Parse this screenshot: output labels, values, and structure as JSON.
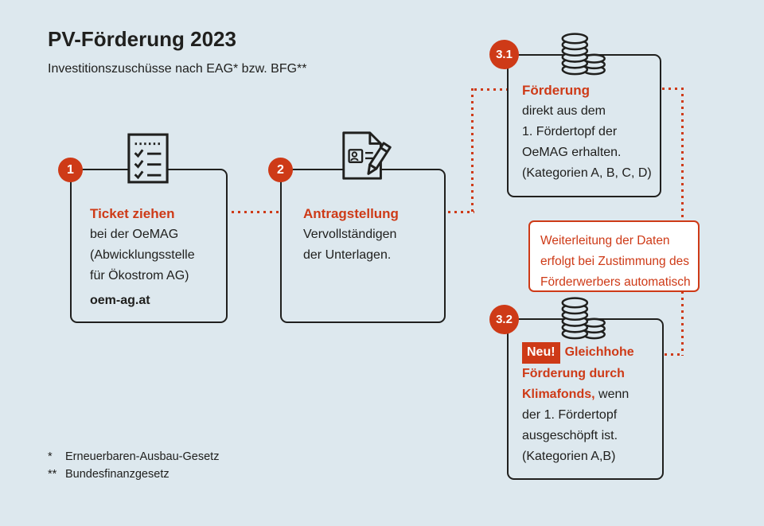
{
  "colors": {
    "background": "#dde8ee",
    "accent_red": "#ce3a17",
    "ink": "#20201e",
    "note_background": "#ffffff"
  },
  "header": {
    "title": "PV-Förderung 2023",
    "subtitle": "Investitionszuschüsse nach EAG* bzw. BFG**"
  },
  "steps": [
    {
      "number": "1",
      "icon": "checklist-icon",
      "title": "Ticket ziehen",
      "lines": [
        "bei der OeMAG",
        "(Abwicklungsstelle",
        "für Ökostrom AG)"
      ],
      "link": "oem-ag.at"
    },
    {
      "number": "2",
      "icon": "form-pen-icon",
      "title": "Antragstellung",
      "lines": [
        "Vervollständigen",
        "der Unterlagen."
      ]
    },
    {
      "number": "3.1",
      "icon": "coins-icon",
      "title": "Förderung",
      "lines": [
        "direkt aus dem",
        "1. Fördertopf der",
        "OeMAG erhalten.",
        "(Kategorien A, B, C, D)"
      ]
    },
    {
      "number": "3.2",
      "icon": "coins-icon",
      "badge": "Neu!",
      "title_after_badge": "Gleichhohe",
      "bold_line": "Förderung durch",
      "bold_inline": "Klimafonds,",
      "inline_rest": " wenn",
      "lines": [
        "der 1. Fördertopf",
        "ausgeschöpft ist.",
        "(Kategorien A,B)"
      ]
    }
  ],
  "note": {
    "lines": [
      "Weiterleitung der Daten",
      "erfolgt bei Zustimmung des",
      "Förderwerbers automatisch"
    ]
  },
  "footnotes": [
    {
      "marker": "*",
      "text": "Erneuerbaren-Ausbau-Gesetz"
    },
    {
      "marker": "**",
      "text": "Bundesfinanzgesetz"
    }
  ]
}
